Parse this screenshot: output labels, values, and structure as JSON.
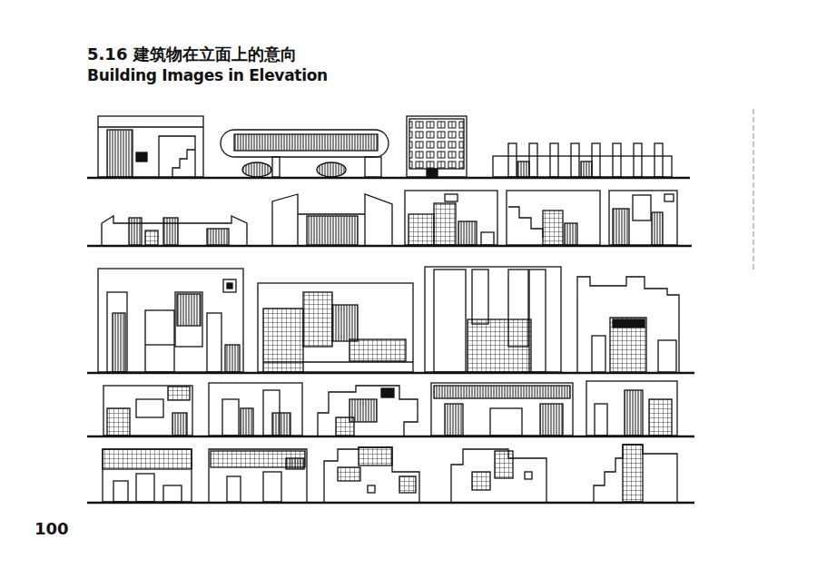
{
  "diagram": {
    "title": "5.16 建筑物在立面上的意向",
    "labels": [
      "Building Images in Elevation",
      "100"
    ]
  }
}
